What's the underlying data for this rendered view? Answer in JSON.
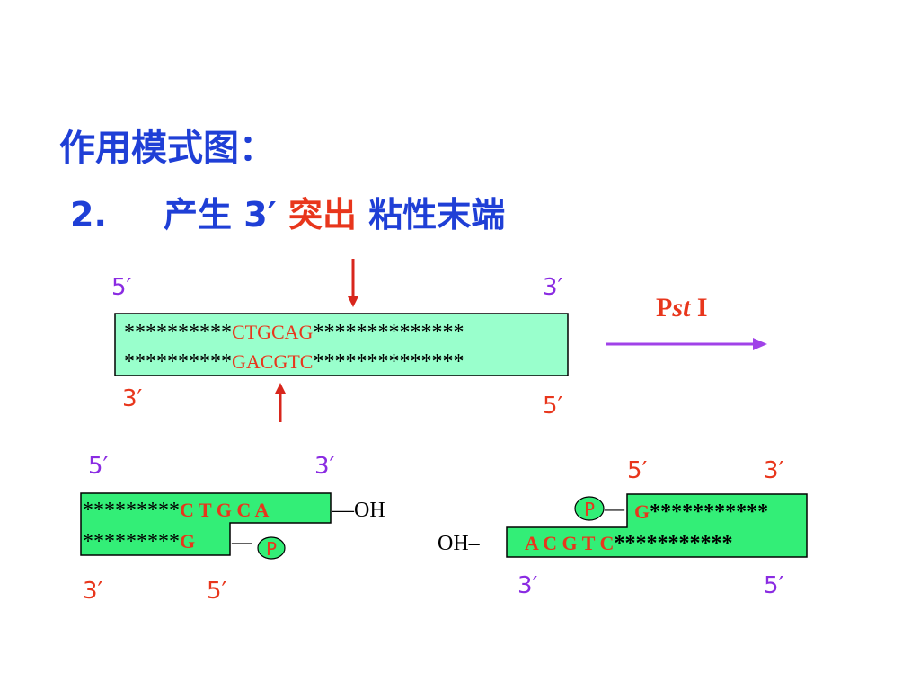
{
  "heading": "作用模式图：",
  "subtitle": {
    "number": "2.",
    "part1": "产生",
    "part2": "3′",
    "part3": "突出",
    "part4": "粘性末端"
  },
  "enzyme": {
    "prefix": "P",
    "italic": "st",
    "suffix": " I"
  },
  "top_dna": {
    "left_top": "5′",
    "right_top": "3′",
    "left_bottom": "3′",
    "right_bottom": "5′",
    "strand1": {
      "pre": "**********",
      "site": "CTGCAG",
      "post": "**************"
    },
    "strand2": {
      "pre": "**********",
      "site": "GACGTC",
      "post": "**************"
    }
  },
  "left_fragment": {
    "label_5_top": "5′",
    "label_3_top": "3′",
    "label_3_bottom": "3′",
    "label_5_bottom": "5′",
    "strand1": {
      "pre": "*********",
      "site": "C T G C A",
      "tail": "—OH"
    },
    "strand2": {
      "pre": "*********",
      "site": "G",
      "link": "—",
      "p": "P"
    }
  },
  "right_fragment": {
    "label_5_top": "5′",
    "label_3_top": "3′",
    "label_3_bottom": "3′",
    "label_5_bottom": "5′",
    "strand1": {
      "p": "P",
      "link": "—",
      "site": "G",
      "post": "***********"
    },
    "strand2": {
      "oh": "OH–",
      "site": "A C G T C",
      "post": "***********"
    }
  },
  "colors": {
    "blue": "#1f3fd6",
    "red": "#e8361c",
    "purple": "#8a2be2",
    "mint": "#99ffcc",
    "green": "#33ee77",
    "arrow_red": "#d8261c",
    "arrow_purple": "#a042e8"
  }
}
